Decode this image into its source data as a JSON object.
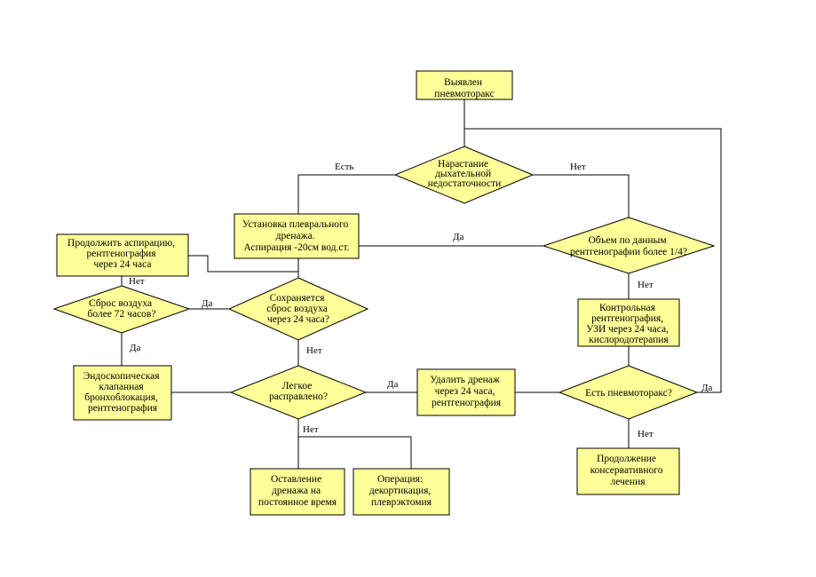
{
  "diagram": {
    "colors": {
      "fill": "#ffff99",
      "stroke": "#000000"
    },
    "nodes": {
      "start": [
        "Выявлен",
        "пневмоторакс"
      ],
      "resp_failure": [
        "Нарастание",
        "дыхательной",
        "недостаточности"
      ],
      "drainage": [
        "Установка плеврального",
        "дренажа.",
        "Аспирация -20см вод.ст."
      ],
      "volume_check": [
        "Объем по данным",
        "рентгенографии более 1/4?"
      ],
      "continue_aspiration": [
        "Продолжить аспирацию,",
        "рентгенография",
        "через 24 часа"
      ],
      "leak_72": [
        "Сброс воздуха",
        "более 72 часов?"
      ],
      "leak_24": [
        "Сохраняется",
        "сброс воздуха",
        "через 24 часа?"
      ],
      "control_xray": [
        "Контрольная",
        "рентгенография,",
        "УЗИ через 24 часа,",
        "кислородотерапия"
      ],
      "endoscopic": [
        "Эндоскопическая",
        "клапанная",
        "бронхоблокация,",
        "рентгенография"
      ],
      "lung_expanded": [
        "Легкое",
        "расправлено?"
      ],
      "remove_drain": [
        "Удалить дренаж",
        "через 24 часа,",
        "рентгенография"
      ],
      "pneumothorax_q": [
        "Есть пневмоторакс?"
      ],
      "permanent_drain": [
        "Оставление",
        "дренажа на",
        "постоянное время"
      ],
      "surgery": [
        "Операция:",
        "декортикация,",
        "плеврэктомия"
      ],
      "conservative": [
        "Продолжение",
        "консервативного",
        "лечения"
      ]
    },
    "edge_labels": {
      "resp_yes": "Есть",
      "resp_no": "Нет",
      "volume_yes": "Да",
      "volume_no": "Нет",
      "leak24_yes": "Да",
      "leak24_no": "Нет",
      "leak72_no": "Нет",
      "leak72_yes": "Да",
      "lung_yes": "Да",
      "lung_no": "Нет",
      "pneumo_yes": "Да",
      "pneumo_no": "Нет"
    }
  }
}
